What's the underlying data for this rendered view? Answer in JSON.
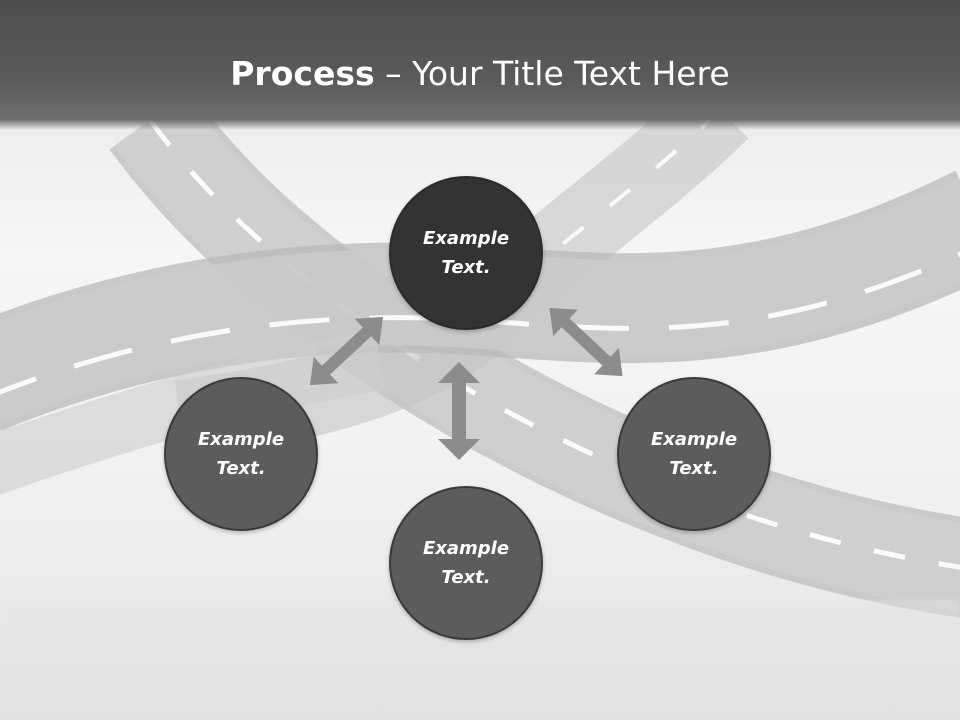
{
  "header": {
    "title_bold": "Process",
    "title_rest": " – Your Title Text Here"
  },
  "nodes": {
    "center": "Example Text.",
    "left": "Example Text.",
    "right": "Example Text.",
    "bottom": "Example Text."
  },
  "colors": {
    "header": "#555555",
    "center_node": "#333333",
    "outer_node": "#5c5c5c",
    "arrow": "#8c8c8c",
    "road": "#c8c8c8"
  },
  "icons": {
    "arrows": [
      "double-arrow-icon",
      "double-arrow-icon",
      "double-arrow-icon"
    ]
  }
}
